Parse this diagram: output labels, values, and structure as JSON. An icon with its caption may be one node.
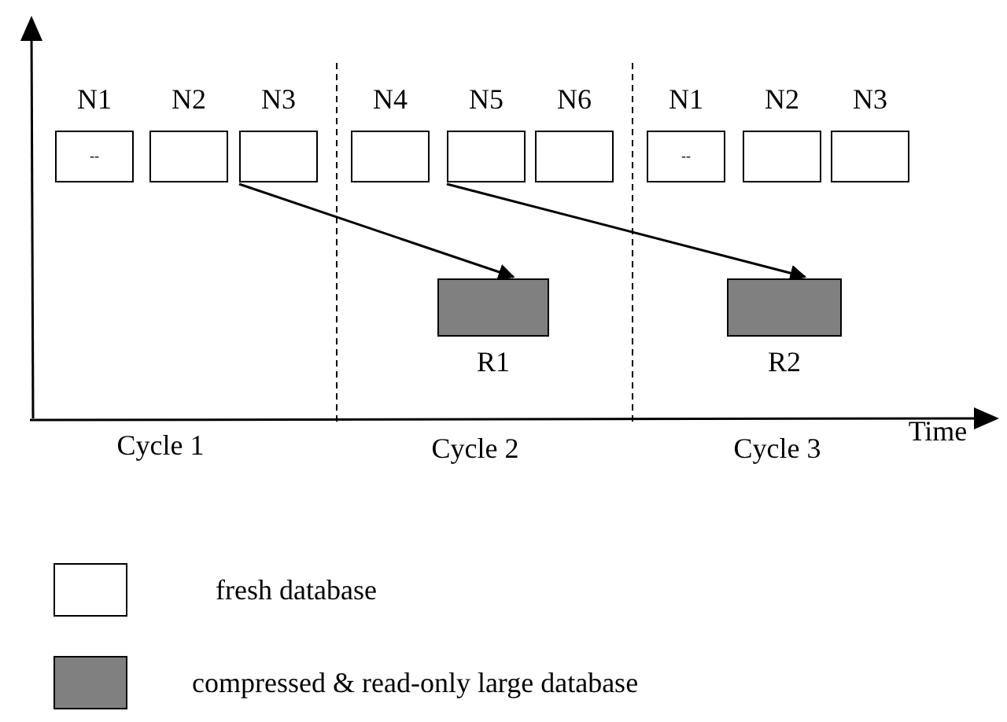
{
  "diagram": {
    "nodes": [
      {
        "text": [
          "N1",
          "--"
        ]
      },
      {
        "text": [
          "N2"
        ]
      },
      {
        "text": [
          "N3"
        ]
      },
      {
        "text": [
          "N4"
        ]
      },
      {
        "text": [
          "N5"
        ]
      },
      {
        "text": [
          "N6"
        ]
      },
      {
        "text": [
          "N1",
          "--"
        ]
      },
      {
        "text": [
          "N2"
        ]
      },
      {
        "text": [
          "N3"
        ]
      },
      {
        "text": [
          "R1"
        ]
      },
      {
        "text": [
          "R2"
        ]
      }
    ],
    "edges": [
      {
        "from": 2,
        "to": 9,
        "arrow": "to"
      },
      {
        "from": 4,
        "to": 10,
        "arrow": "to"
      }
    ],
    "labels": [
      "Time",
      "Cycle 1",
      "Cycle 2",
      "Cycle 3"
    ],
    "legend": [
      {
        "text": "fresh database",
        "color": "#ffffff"
      },
      {
        "text": "compressed & read-only large database",
        "color": "#808080"
      }
    ]
  }
}
